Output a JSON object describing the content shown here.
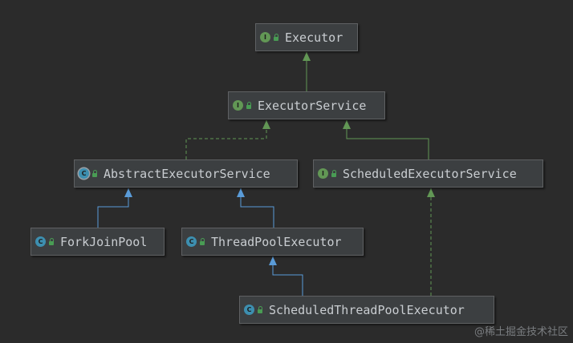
{
  "nodes": [
    {
      "id": "executor",
      "label": "Executor",
      "kind": "interface",
      "kind_letter": "I"
    },
    {
      "id": "executor-service",
      "label": "ExecutorService",
      "kind": "interface",
      "kind_letter": "I"
    },
    {
      "id": "abstract-executor-service",
      "label": "AbstractExecutorService",
      "kind": "abstract",
      "kind_letter": "C"
    },
    {
      "id": "scheduled-executor-service",
      "label": "ScheduledExecutorService",
      "kind": "interface",
      "kind_letter": "I"
    },
    {
      "id": "fork-join-pool",
      "label": "ForkJoinPool",
      "kind": "class",
      "kind_letter": "C"
    },
    {
      "id": "thread-pool-executor",
      "label": "ThreadPoolExecutor",
      "kind": "class",
      "kind_letter": "C"
    },
    {
      "id": "scheduled-thread-pool-executor",
      "label": "ScheduledThreadPoolExecutor",
      "kind": "class",
      "kind_letter": "C"
    }
  ],
  "edges": [
    {
      "from": "executor-service",
      "to": "executor",
      "type": "extends-interface"
    },
    {
      "from": "abstract-executor-service",
      "to": "executor-service",
      "type": "implements"
    },
    {
      "from": "scheduled-executor-service",
      "to": "executor-service",
      "type": "extends-interface"
    },
    {
      "from": "fork-join-pool",
      "to": "abstract-executor-service",
      "type": "extends-class"
    },
    {
      "from": "thread-pool-executor",
      "to": "abstract-executor-service",
      "type": "extends-class"
    },
    {
      "from": "scheduled-thread-pool-executor",
      "to": "thread-pool-executor",
      "type": "extends-class"
    },
    {
      "from": "scheduled-thread-pool-executor",
      "to": "scheduled-executor-service",
      "type": "implements"
    }
  ],
  "colors": {
    "background": "#2b2b2b",
    "extends_interface": "#629755",
    "implements": "#629755",
    "extends_class": "#5a9bd8"
  },
  "watermark": "@稀土掘金技术社区"
}
